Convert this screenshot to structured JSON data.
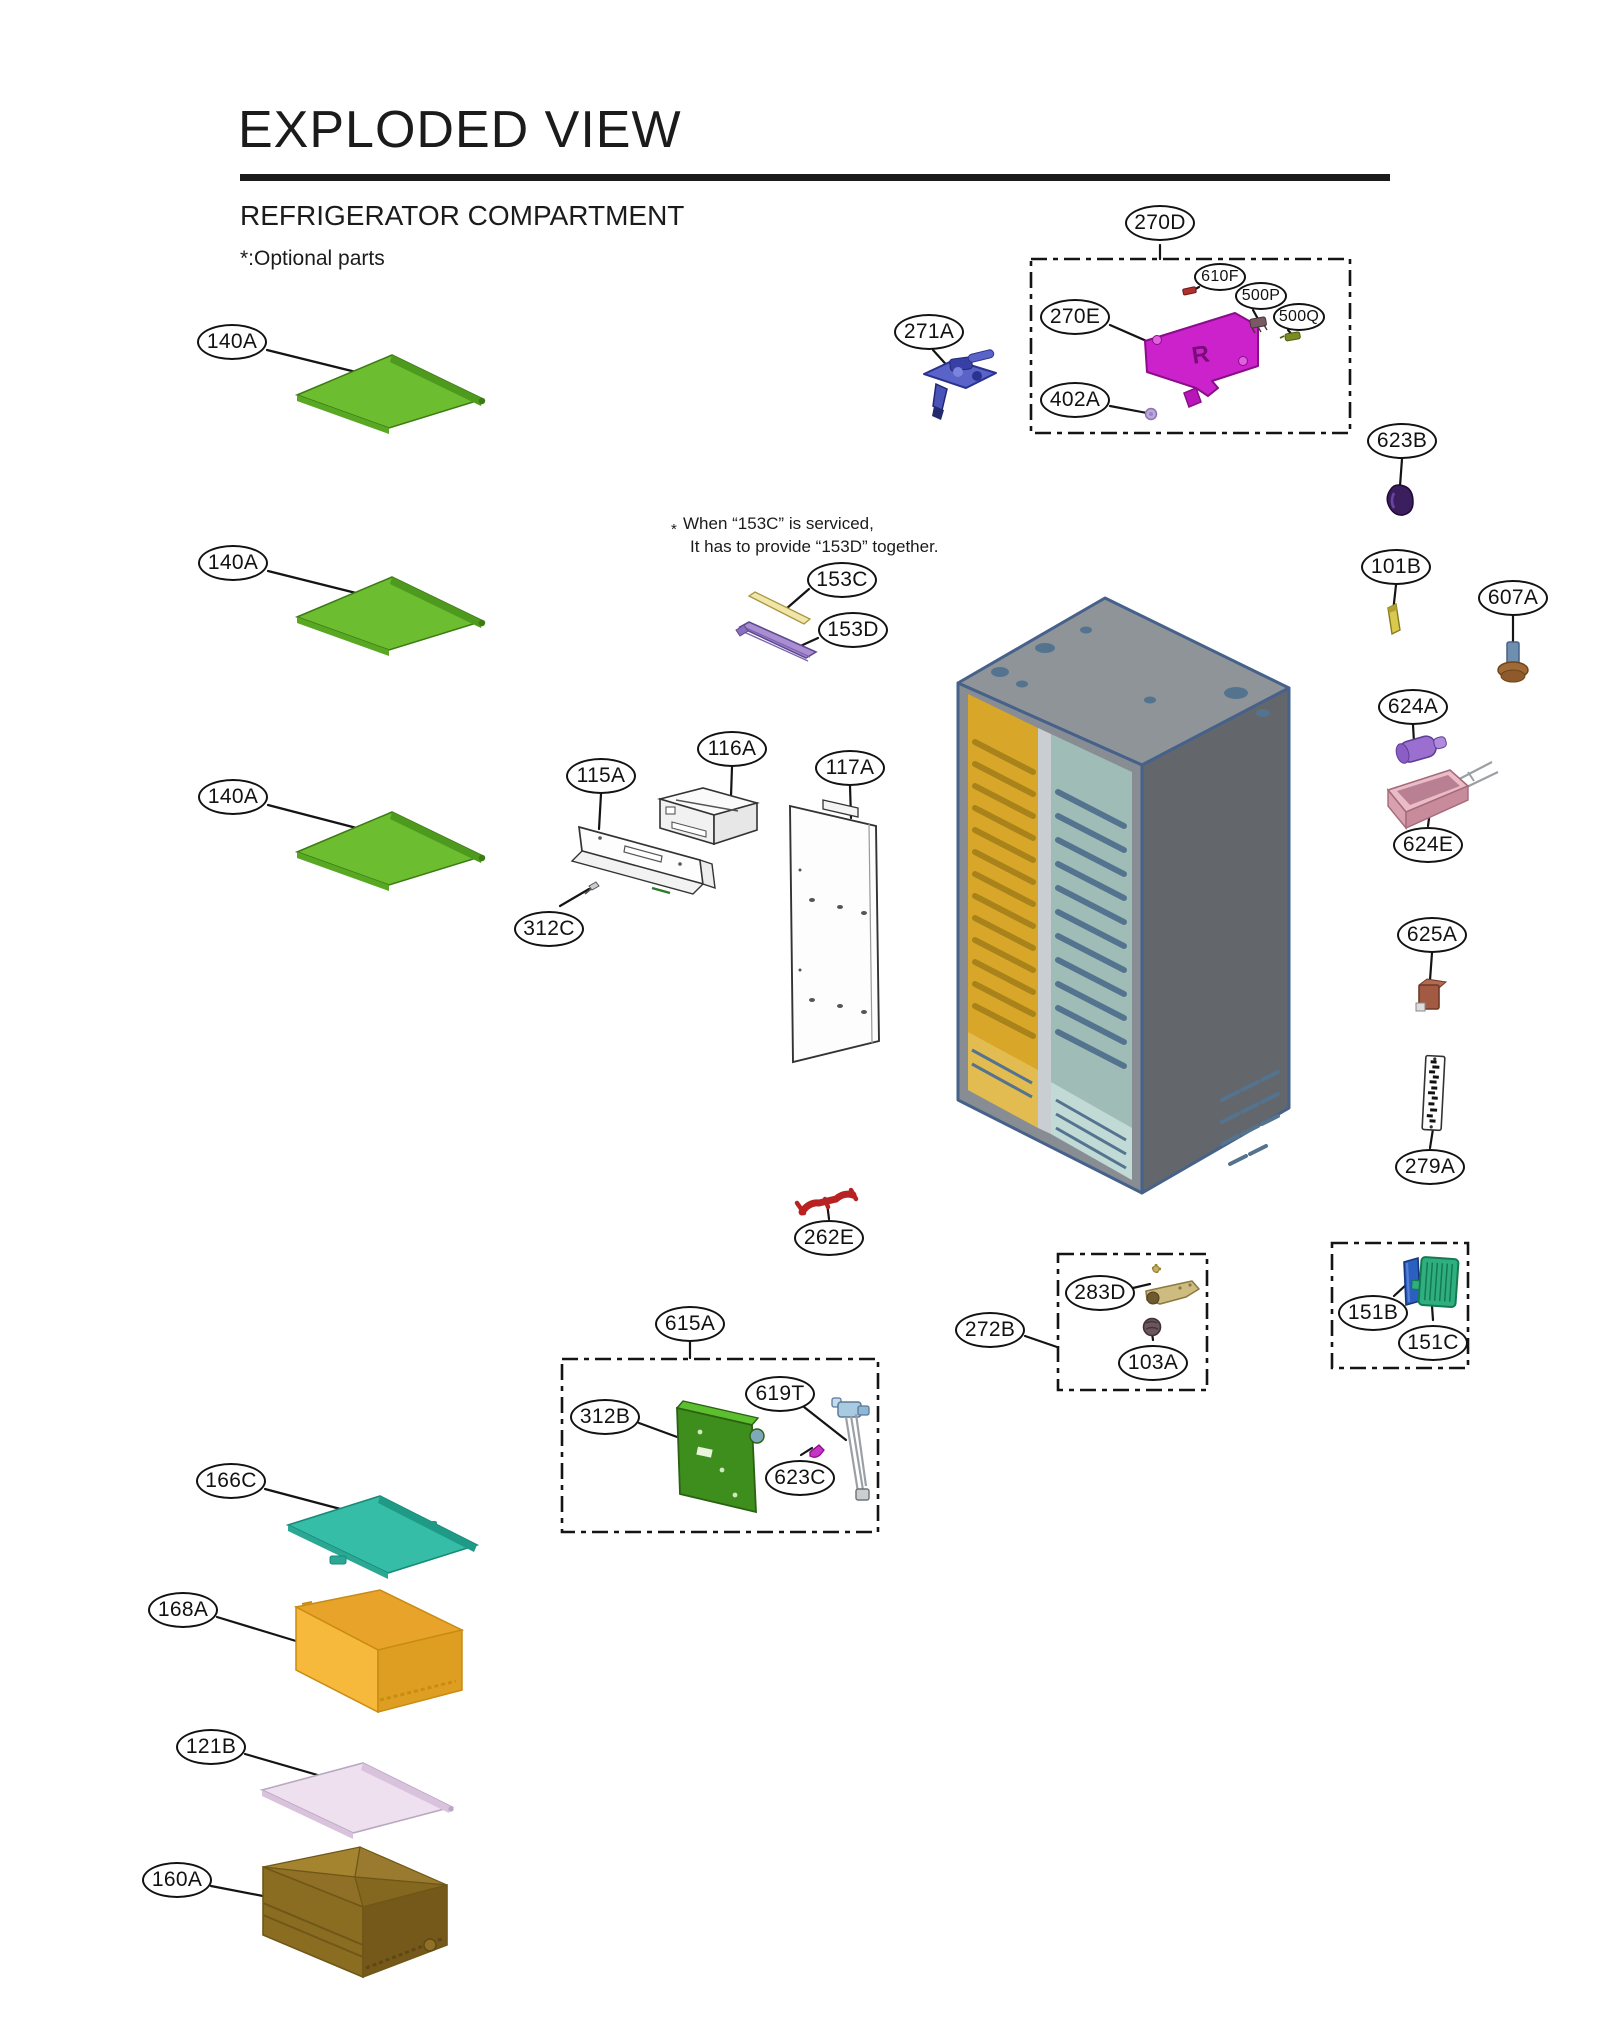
{
  "header": {
    "title": "EXPLODED VIEW",
    "subtitle": "REFRIGERATOR COMPARTMENT",
    "optional_note": "*:Optional parts"
  },
  "service_note": {
    "asterisk": "*",
    "line1": "When “153C” is serviced,",
    "line2": "It has to provide “153D” together."
  },
  "marks": {
    "r_mark": "R"
  },
  "part_labels": {
    "p270D": "270D",
    "p610F": "610F",
    "p500P": "500P",
    "p500Q": "500Q",
    "p270E": "270E",
    "p402A": "402A",
    "p271A": "271A",
    "p623B": "623B",
    "p101B": "101B",
    "p607A": "607A",
    "p140A": "140A",
    "p153C": "153C",
    "p153D": "153D",
    "p115A": "115A",
    "p116A": "116A",
    "p117A": "117A",
    "p312C": "312C",
    "p624A": "624A",
    "p624E": "624E",
    "p625A": "625A",
    "p279A": "279A",
    "p262E": "262E",
    "p615A": "615A",
    "p312B": "312B",
    "p619T": "619T",
    "p623C": "623C",
    "p272B": "272B",
    "p283D": "283D",
    "p103A": "103A",
    "p151B": "151B",
    "p151C": "151C",
    "p166C": "166C",
    "p168A": "168A",
    "p121B": "121B",
    "p160A": "160A"
  },
  "colors": {
    "shelf_green": "#6CBE30",
    "shelf_teal": "#35BDA8",
    "drawer_orange": "#F6B93C",
    "shelf_pink": "#EFE0F0",
    "drawer_brown": "#8B6D22",
    "part_magenta": "#CC22CC",
    "board_green": "#3E8E1E",
    "cabinet_gray": "#8F9499",
    "cabinet_interior_yellow": "#D8A628",
    "cabinet_interior_teal": "#9FBCB7",
    "outline_blue": "#46618A"
  }
}
